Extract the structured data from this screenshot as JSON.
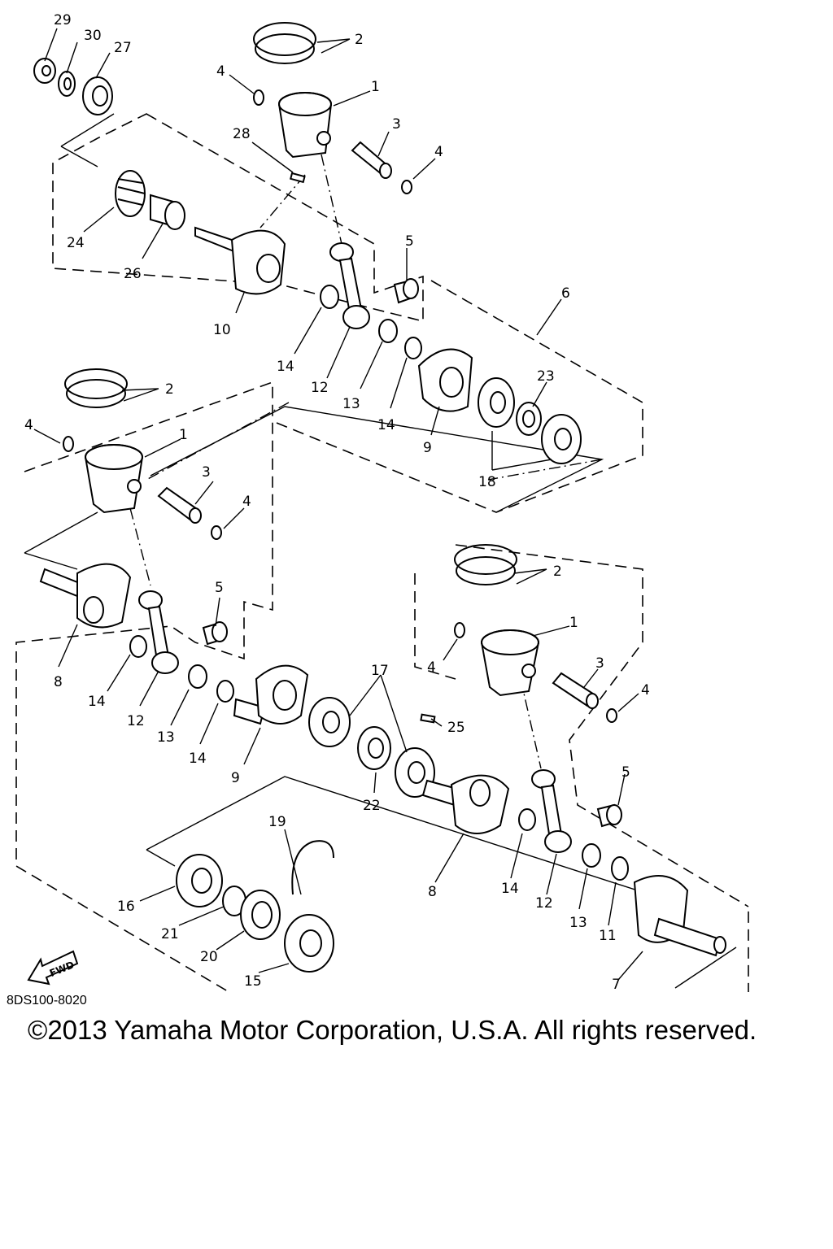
{
  "diagram_code": "8DS100-8020",
  "copyright": "©2013 Yamaha Motor Corporation, U.S.A. All rights reserved.",
  "fwd_label": "FWD",
  "callouts": [
    {
      "id": "c29",
      "text": "29"
    },
    {
      "id": "c30",
      "text": "30"
    },
    {
      "id": "c27",
      "text": "27"
    },
    {
      "id": "c2a",
      "text": "2"
    },
    {
      "id": "c4a",
      "text": "4"
    },
    {
      "id": "c1a",
      "text": "1"
    },
    {
      "id": "c28",
      "text": "28"
    },
    {
      "id": "c3a",
      "text": "3"
    },
    {
      "id": "c4b",
      "text": "4"
    },
    {
      "id": "c24",
      "text": "24"
    },
    {
      "id": "c26",
      "text": "26"
    },
    {
      "id": "c5a",
      "text": "5"
    },
    {
      "id": "c6",
      "text": "6"
    },
    {
      "id": "c10",
      "text": "10"
    },
    {
      "id": "c14a",
      "text": "14"
    },
    {
      "id": "c12a",
      "text": "12"
    },
    {
      "id": "c13a",
      "text": "13"
    },
    {
      "id": "c14b",
      "text": "14"
    },
    {
      "id": "c23",
      "text": "23"
    },
    {
      "id": "c9a",
      "text": "9"
    },
    {
      "id": "c18",
      "text": "18"
    },
    {
      "id": "c2b",
      "text": "2"
    },
    {
      "id": "c4c",
      "text": "4"
    },
    {
      "id": "c1b",
      "text": "1"
    },
    {
      "id": "c3b",
      "text": "3"
    },
    {
      "id": "c4d",
      "text": "4"
    },
    {
      "id": "c5b",
      "text": "5"
    },
    {
      "id": "c8a",
      "text": "8"
    },
    {
      "id": "c14c",
      "text": "14"
    },
    {
      "id": "c12b",
      "text": "12"
    },
    {
      "id": "c13b",
      "text": "13"
    },
    {
      "id": "c14d",
      "text": "14"
    },
    {
      "id": "c9b",
      "text": "9"
    },
    {
      "id": "c17",
      "text": "17"
    },
    {
      "id": "c25",
      "text": "25"
    },
    {
      "id": "c22",
      "text": "22"
    },
    {
      "id": "c2c",
      "text": "2"
    },
    {
      "id": "c1c",
      "text": "1"
    },
    {
      "id": "c4e",
      "text": "4"
    },
    {
      "id": "c3c",
      "text": "3"
    },
    {
      "id": "c4f",
      "text": "4"
    },
    {
      "id": "c5c",
      "text": "5"
    },
    {
      "id": "c19",
      "text": "19"
    },
    {
      "id": "c8b",
      "text": "8"
    },
    {
      "id": "c14e",
      "text": "14"
    },
    {
      "id": "c12c",
      "text": "12"
    },
    {
      "id": "c13c",
      "text": "13"
    },
    {
      "id": "c11",
      "text": "11"
    },
    {
      "id": "c16",
      "text": "16"
    },
    {
      "id": "c21",
      "text": "21"
    },
    {
      "id": "c20",
      "text": "20"
    },
    {
      "id": "c15",
      "text": "15"
    },
    {
      "id": "c7",
      "text": "7"
    }
  ]
}
